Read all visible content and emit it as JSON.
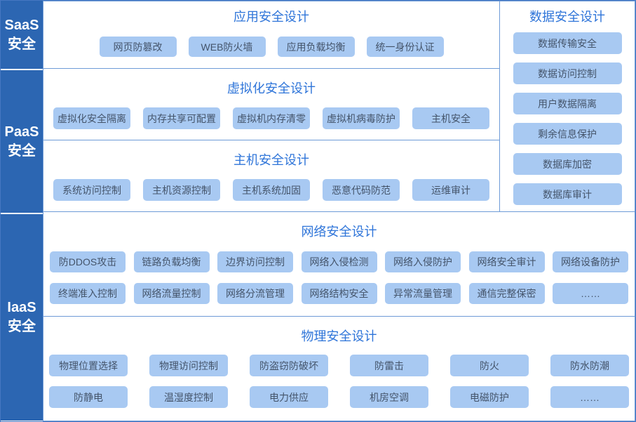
{
  "colors": {
    "sidebar_bg": "#2c66b2",
    "sidebar_text": "#ffffff",
    "chip_bg": "#a8c9f2",
    "chip_text": "#44546a",
    "section_title": "#2f75d9",
    "section_border": "#6e9bd7",
    "outer_border": "#4577c2"
  },
  "sidebar": {
    "layers": [
      {
        "line1": "SaaS",
        "line2": "安全"
      },
      {
        "line1": "PaaS",
        "line2": "安全"
      },
      {
        "line1": "IaaS",
        "line2": "安全"
      }
    ]
  },
  "sections": {
    "app": {
      "title": "应用安全设计",
      "items": [
        "网页防篡改",
        "WEB防火墙",
        "应用负载均衡",
        "统一身份认证"
      ]
    },
    "virtualization": {
      "title": "虚拟化安全设计",
      "items": [
        "虚拟化安全隔离",
        "内存共享可配置",
        "虚拟机内存清零",
        "虚拟机病毒防护",
        "主机安全"
      ]
    },
    "host": {
      "title": "主机安全设计",
      "items": [
        "系统访问控制",
        "主机资源控制",
        "主机系统加固",
        "恶意代码防范",
        "运维审计"
      ]
    },
    "data": {
      "title": "数据安全设计",
      "items": [
        "数据传输安全",
        "数据访问控制",
        "用户数据隔离",
        "剩余信息保护",
        "数据库加密",
        "数据库审计"
      ]
    },
    "network": {
      "title": "网络安全设计",
      "rows": [
        [
          "防DDOS攻击",
          "链路负载均衡",
          "边界访问控制",
          "网络入侵检测",
          "网络入侵防护",
          "网络安全审计",
          "网络设备防护"
        ],
        [
          "终端准入控制",
          "网络流量控制",
          "网络分流管理",
          "网络结构安全",
          "异常流量管理",
          "通信完整保密",
          "……"
        ]
      ]
    },
    "physical": {
      "title": "物理安全设计",
      "rows": [
        [
          "物理位置选择",
          "物理访问控制",
          "防盗窃防破坏",
          "防雷击",
          "防火",
          "防水防潮"
        ],
        [
          "防静电",
          "温湿度控制",
          "电力供应",
          "机房空调",
          "电磁防护",
          "……"
        ]
      ]
    }
  }
}
